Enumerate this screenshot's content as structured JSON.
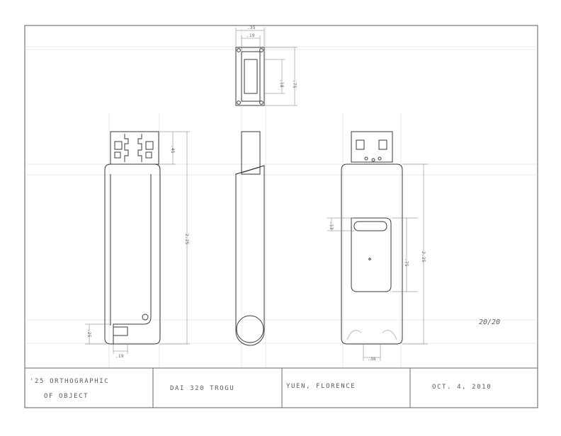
{
  "title_block": {
    "label_line1": "'25 ORTHOGRAPHIC",
    "label_line2": "OF OBJECT",
    "course": "DAI 320 TROGU",
    "name": "YUEN, FLORENCE",
    "date": "OCT. 4, 2010"
  },
  "grade": "20/20",
  "dimensions": {
    "top_width_outer": ".35",
    "top_width_inner": ".19",
    "top_inner_height": ".18",
    "top_outer_height": ".75",
    "front_connector_height": ".45",
    "front_overall_height": "2.25",
    "front_bottom_height": ".25",
    "front_bottom_width": ".19",
    "right_slot_height": ".13",
    "right_body_height": "2.25",
    "right_lower_height": ".75",
    "right_bottom_width": ".38"
  }
}
